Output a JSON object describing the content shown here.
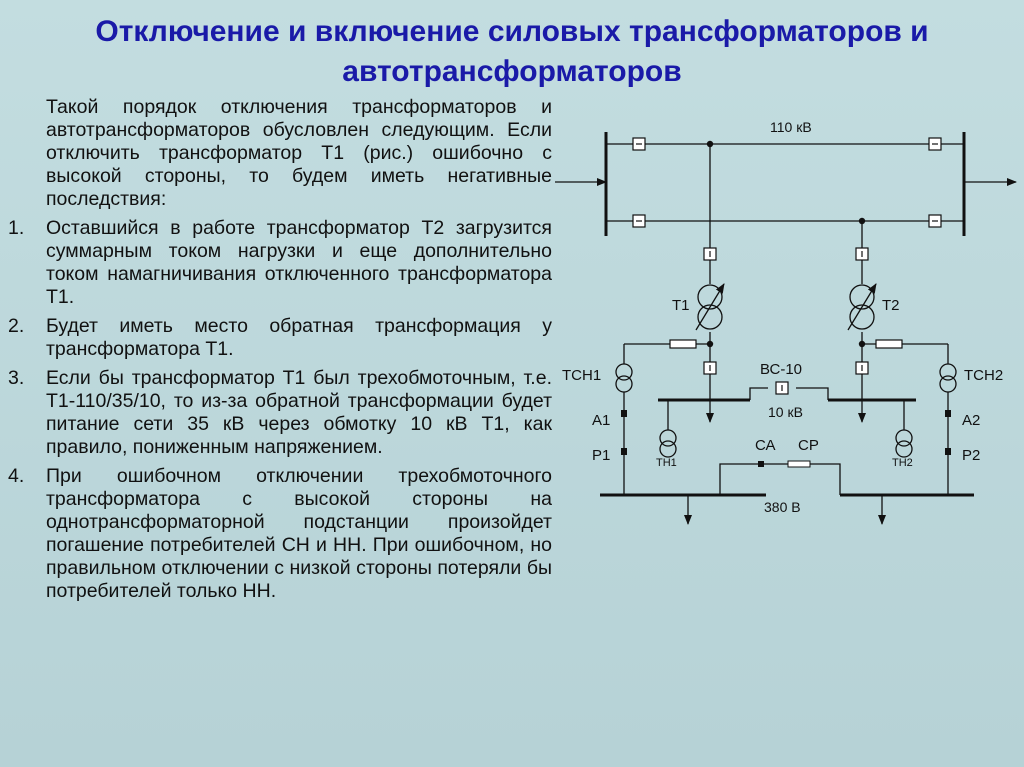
{
  "title": "Отключение и включение силовых трансформаторов и автотрансформаторов",
  "intro": "Такой порядок отключения трансформаторов и автотрансформаторов обусловлен следующим. Если отключить трансформатор Т1 (рис.) ошибочно с высокой стороны, то будем иметь негативные последствия:",
  "items": [
    {
      "num": "1.",
      "text": "Оставшийся  в работе трансформатор Т2 загрузится суммарным током нагрузки и еще дополнительно током намагничивания отключенного трансформатора Т1."
    },
    {
      "num": "2.",
      "text": "Будет иметь место обратная трансформация у трансформатора Т1."
    },
    {
      "num": "3.",
      "text": "Если бы трансформатор Т1 был трехобмоточным, т.е. Т1-110/35/10,  то из-за обратной трансформации будет питание сети 35 кВ через обмотку 10 кВ Т1, как правило, пониженным напряжением."
    },
    {
      "num": "4.",
      "text": "При ошибочном отключении трехобмоточного трансформатора с высокой стороны на однотрансформаторной подстанции произойдет погашение потребителей СН и НН. При ошибочном, но правильном отключении с низкой стороны потеряли бы потребителей только НН."
    }
  ],
  "diagram": {
    "label_110": "110 кВ",
    "label_t1": "Т1",
    "label_t2": "Т2",
    "label_tsn1": "ТСН1",
    "label_tsn2": "ТСН2",
    "label_bs": "ВС-10",
    "label_10": "10 кВ",
    "label_a1": "А1",
    "label_a2": "А2",
    "label_p1": "Р1",
    "label_p2": "Р2",
    "label_th1": "ТН1",
    "label_th2": "ТН2",
    "label_ca": "СА",
    "label_cp": "СР",
    "label_380": "380 В"
  },
  "colors": {
    "title": "#1a1aa8",
    "background": "#bcd6da"
  }
}
